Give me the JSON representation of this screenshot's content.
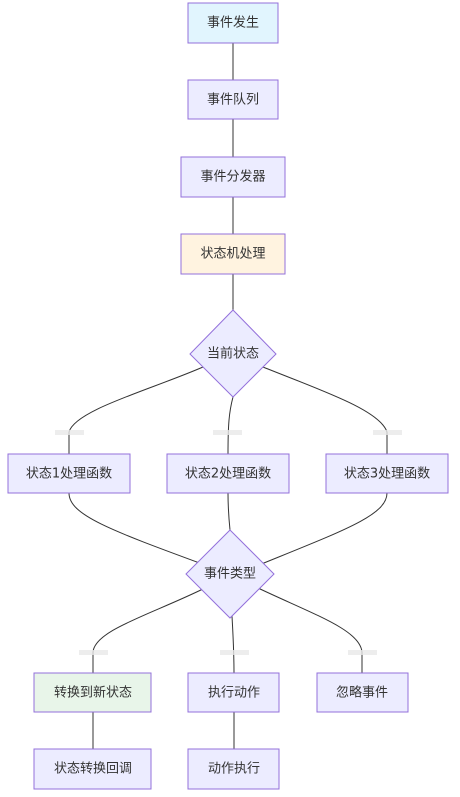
{
  "nodes": {
    "event_occurs": "事件发生",
    "event_queue": "事件队列",
    "event_dispatcher": "事件分发器",
    "state_machine_process": "状态机处理",
    "current_state": "当前状态",
    "state1_handler": "状态1处理函数",
    "state2_handler": "状态2处理函数",
    "state3_handler": "状态3处理函数",
    "event_type": "事件类型",
    "transition_new_state": "转换到新状态",
    "execute_action": "执行动作",
    "ignore_event": "忽略事件",
    "state_transition_callback": "状态转换回调",
    "action_execution": "动作执行"
  },
  "colors": {
    "default_fill": "#ececff",
    "default_stroke": "#9370db",
    "start_fill": "#e1f5fe",
    "process_fill": "#fff3e0",
    "transition_fill": "#e8f5e9",
    "edge": "#333333"
  }
}
